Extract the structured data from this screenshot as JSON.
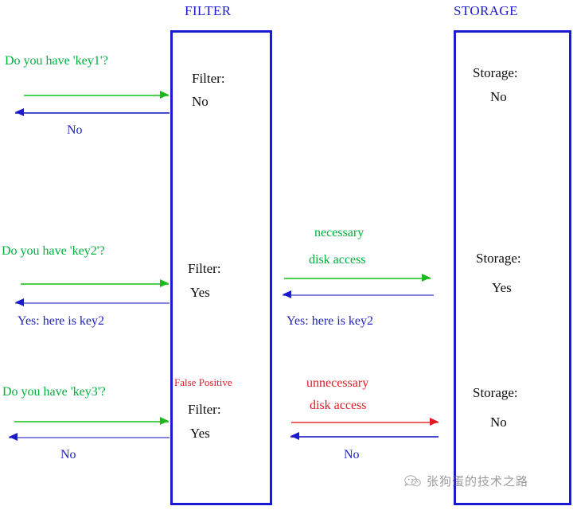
{
  "diagram": {
    "title_filter": "FILTER",
    "title_storage": "STORAGE",
    "colors": {
      "blue": "#1a1ad0",
      "green": "#00b03c",
      "red": "#e01b24",
      "black": "#0d0d0d",
      "background": "#ffffff"
    }
  },
  "rows": [
    {
      "id": "key1",
      "client_query": "Do you have 'key1'?",
      "client_response": "No",
      "filter_label": "Filter:",
      "filter_value": "No",
      "filter_note": "",
      "disk_label_line1": "",
      "disk_label_line2": "",
      "storage_response": "",
      "storage_label": "Storage:",
      "storage_value": "No"
    },
    {
      "id": "key2",
      "client_query": "Do you have 'key2'?",
      "client_response": "Yes: here is key2",
      "filter_label": "Filter:",
      "filter_value": "Yes",
      "filter_note": "",
      "disk_label_line1": "necessary",
      "disk_label_line2": "disk access",
      "storage_response": "Yes: here is key2",
      "storage_label": "Storage:",
      "storage_value": "Yes"
    },
    {
      "id": "key3",
      "client_query": "Do you have 'key3'?",
      "client_response": "No",
      "filter_label": "Filter:",
      "filter_value": "Yes",
      "filter_note": "False Positive",
      "disk_label_line1": "unnecessary",
      "disk_label_line2": "disk access",
      "storage_response": "No",
      "storage_label": "Storage:",
      "storage_value": "No"
    }
  ],
  "watermark": {
    "text": "张狗蛋的技术之路",
    "icon": "wechat-icon"
  }
}
